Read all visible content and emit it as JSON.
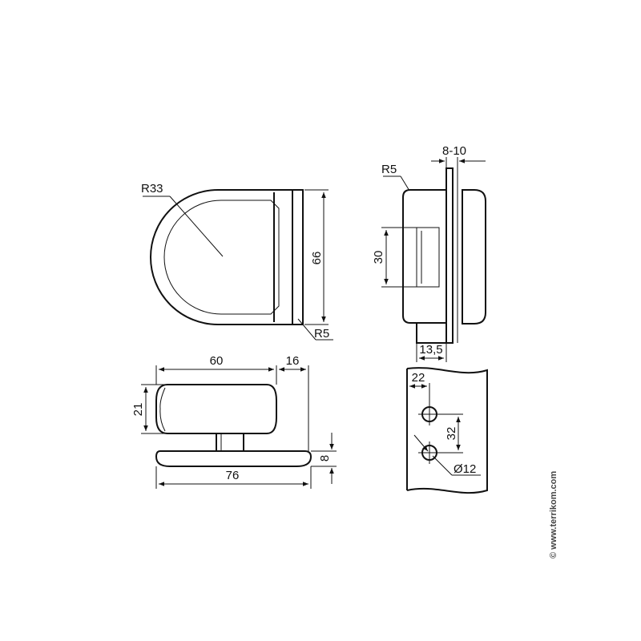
{
  "dimensions": {
    "front_radius": "R33",
    "front_height": "66",
    "front_corner_radius": "R5",
    "side_corner_radius": "R5",
    "glass_thickness": "8-10",
    "side_cutout_height": "30",
    "side_depth": "13,5",
    "top_body_width": "60",
    "top_offset": "16",
    "top_body_height": "21",
    "top_base_width": "76",
    "top_base_height": "8",
    "hole_edge_offset": "22",
    "hole_spacing": "32",
    "hole_diameter": "Ø12"
  },
  "watermark": "© www.terrikom.com"
}
